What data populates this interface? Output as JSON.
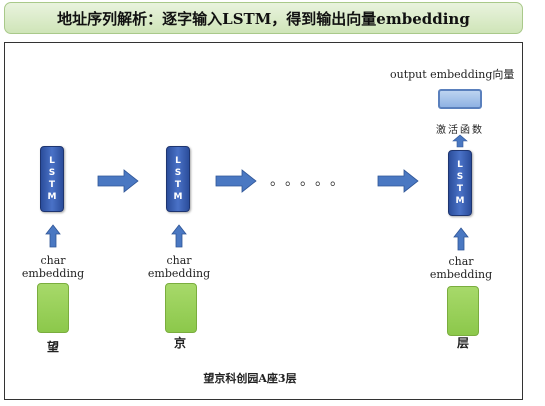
{
  "title": "地址序列解析：逐字输入LSTM，得到输出向量embedding",
  "lstm_letters": [
    "L",
    "S",
    "T",
    "M"
  ],
  "columns": [
    {
      "char_label": "char\nembedding",
      "char": "望"
    },
    {
      "char_label": "char\nembedding",
      "char": "京"
    },
    {
      "char_label": "char\nembedding",
      "char": "层"
    }
  ],
  "ellipsis": "。。。。。",
  "activation_label": "激活函数",
  "output_label": "output embedding向量",
  "address": "望京科创园A座3层",
  "colors": {
    "lstm": "#3a5fb5",
    "embedding": "#94cc55",
    "output": "#9fbde8",
    "arrow": "#4a78c2",
    "banner": "#d8ebc5"
  }
}
